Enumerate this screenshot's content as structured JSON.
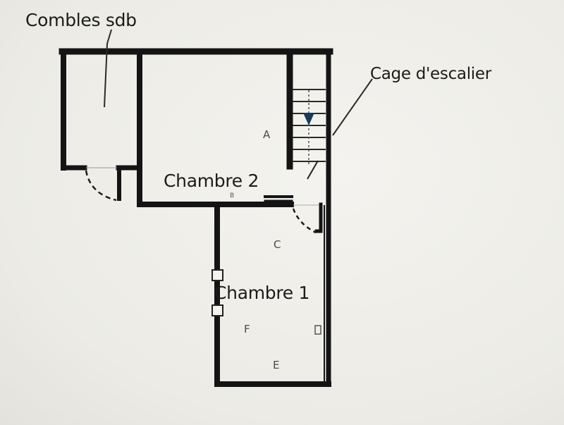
{
  "plan": {
    "labels": {
      "combles_sdb": "Combles sdb",
      "cage_escalier": "Cage d'escalier",
      "chambre_2": "Chambre 2",
      "chambre_1": "Chambre 1"
    },
    "markers": {
      "a": "A",
      "b": "B",
      "c": "C",
      "d": "D",
      "e": "E",
      "f": "F"
    },
    "colors": {
      "wall": "#141414",
      "paper": "#eeece6",
      "stair_arrow": "#1a3a5a"
    }
  }
}
